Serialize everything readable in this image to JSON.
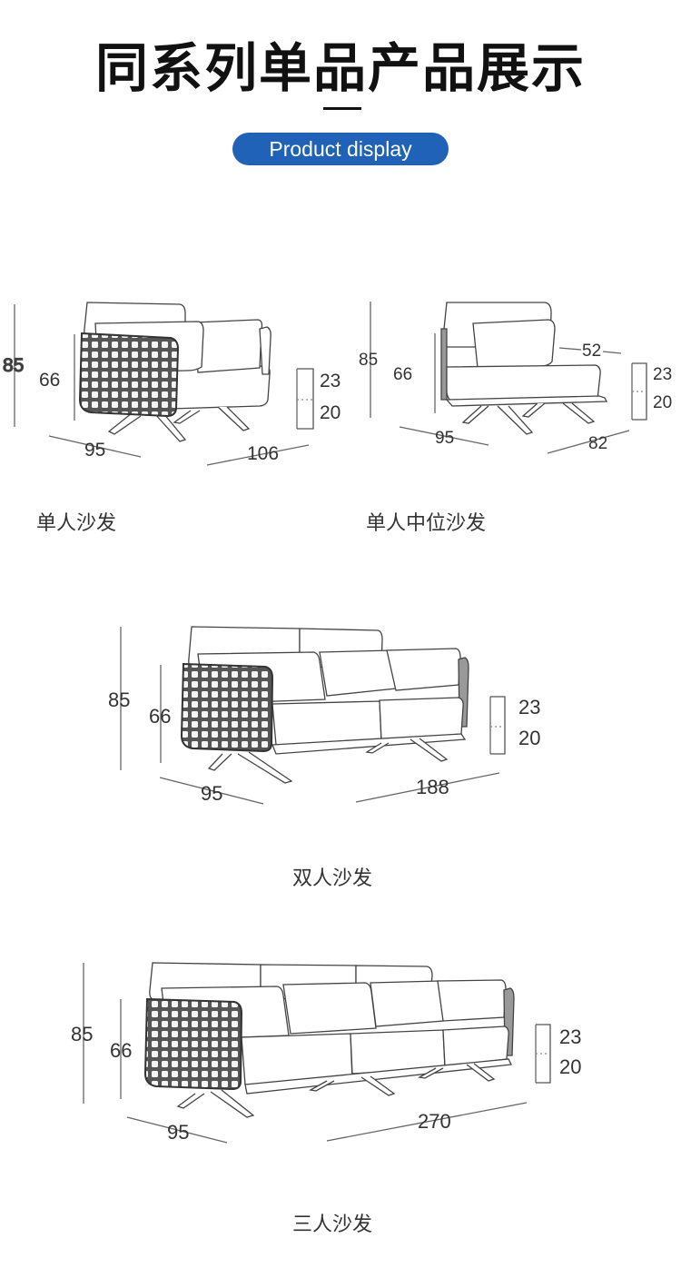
{
  "header": {
    "title": "同系列单品产品展示",
    "subtitle": "Product display"
  },
  "products": [
    {
      "name": "单人沙发",
      "height": "85",
      "seat_height": "66",
      "depth": "95",
      "width": "106",
      "cushion": "23",
      "seat_base": "20"
    },
    {
      "name": "单人中位沙发",
      "height": "85",
      "seat_height": "66",
      "depth": "95",
      "width": "82",
      "arm": "52",
      "cushion": "23",
      "seat_base": "20"
    },
    {
      "name": "双人沙发",
      "height": "85",
      "seat_height": "66",
      "depth": "95",
      "width": "188",
      "cushion": "23",
      "seat_base": "20"
    },
    {
      "name": "三人沙发",
      "height": "85",
      "seat_height": "66",
      "depth": "95",
      "width": "270",
      "cushion": "23",
      "seat_base": "20"
    }
  ]
}
